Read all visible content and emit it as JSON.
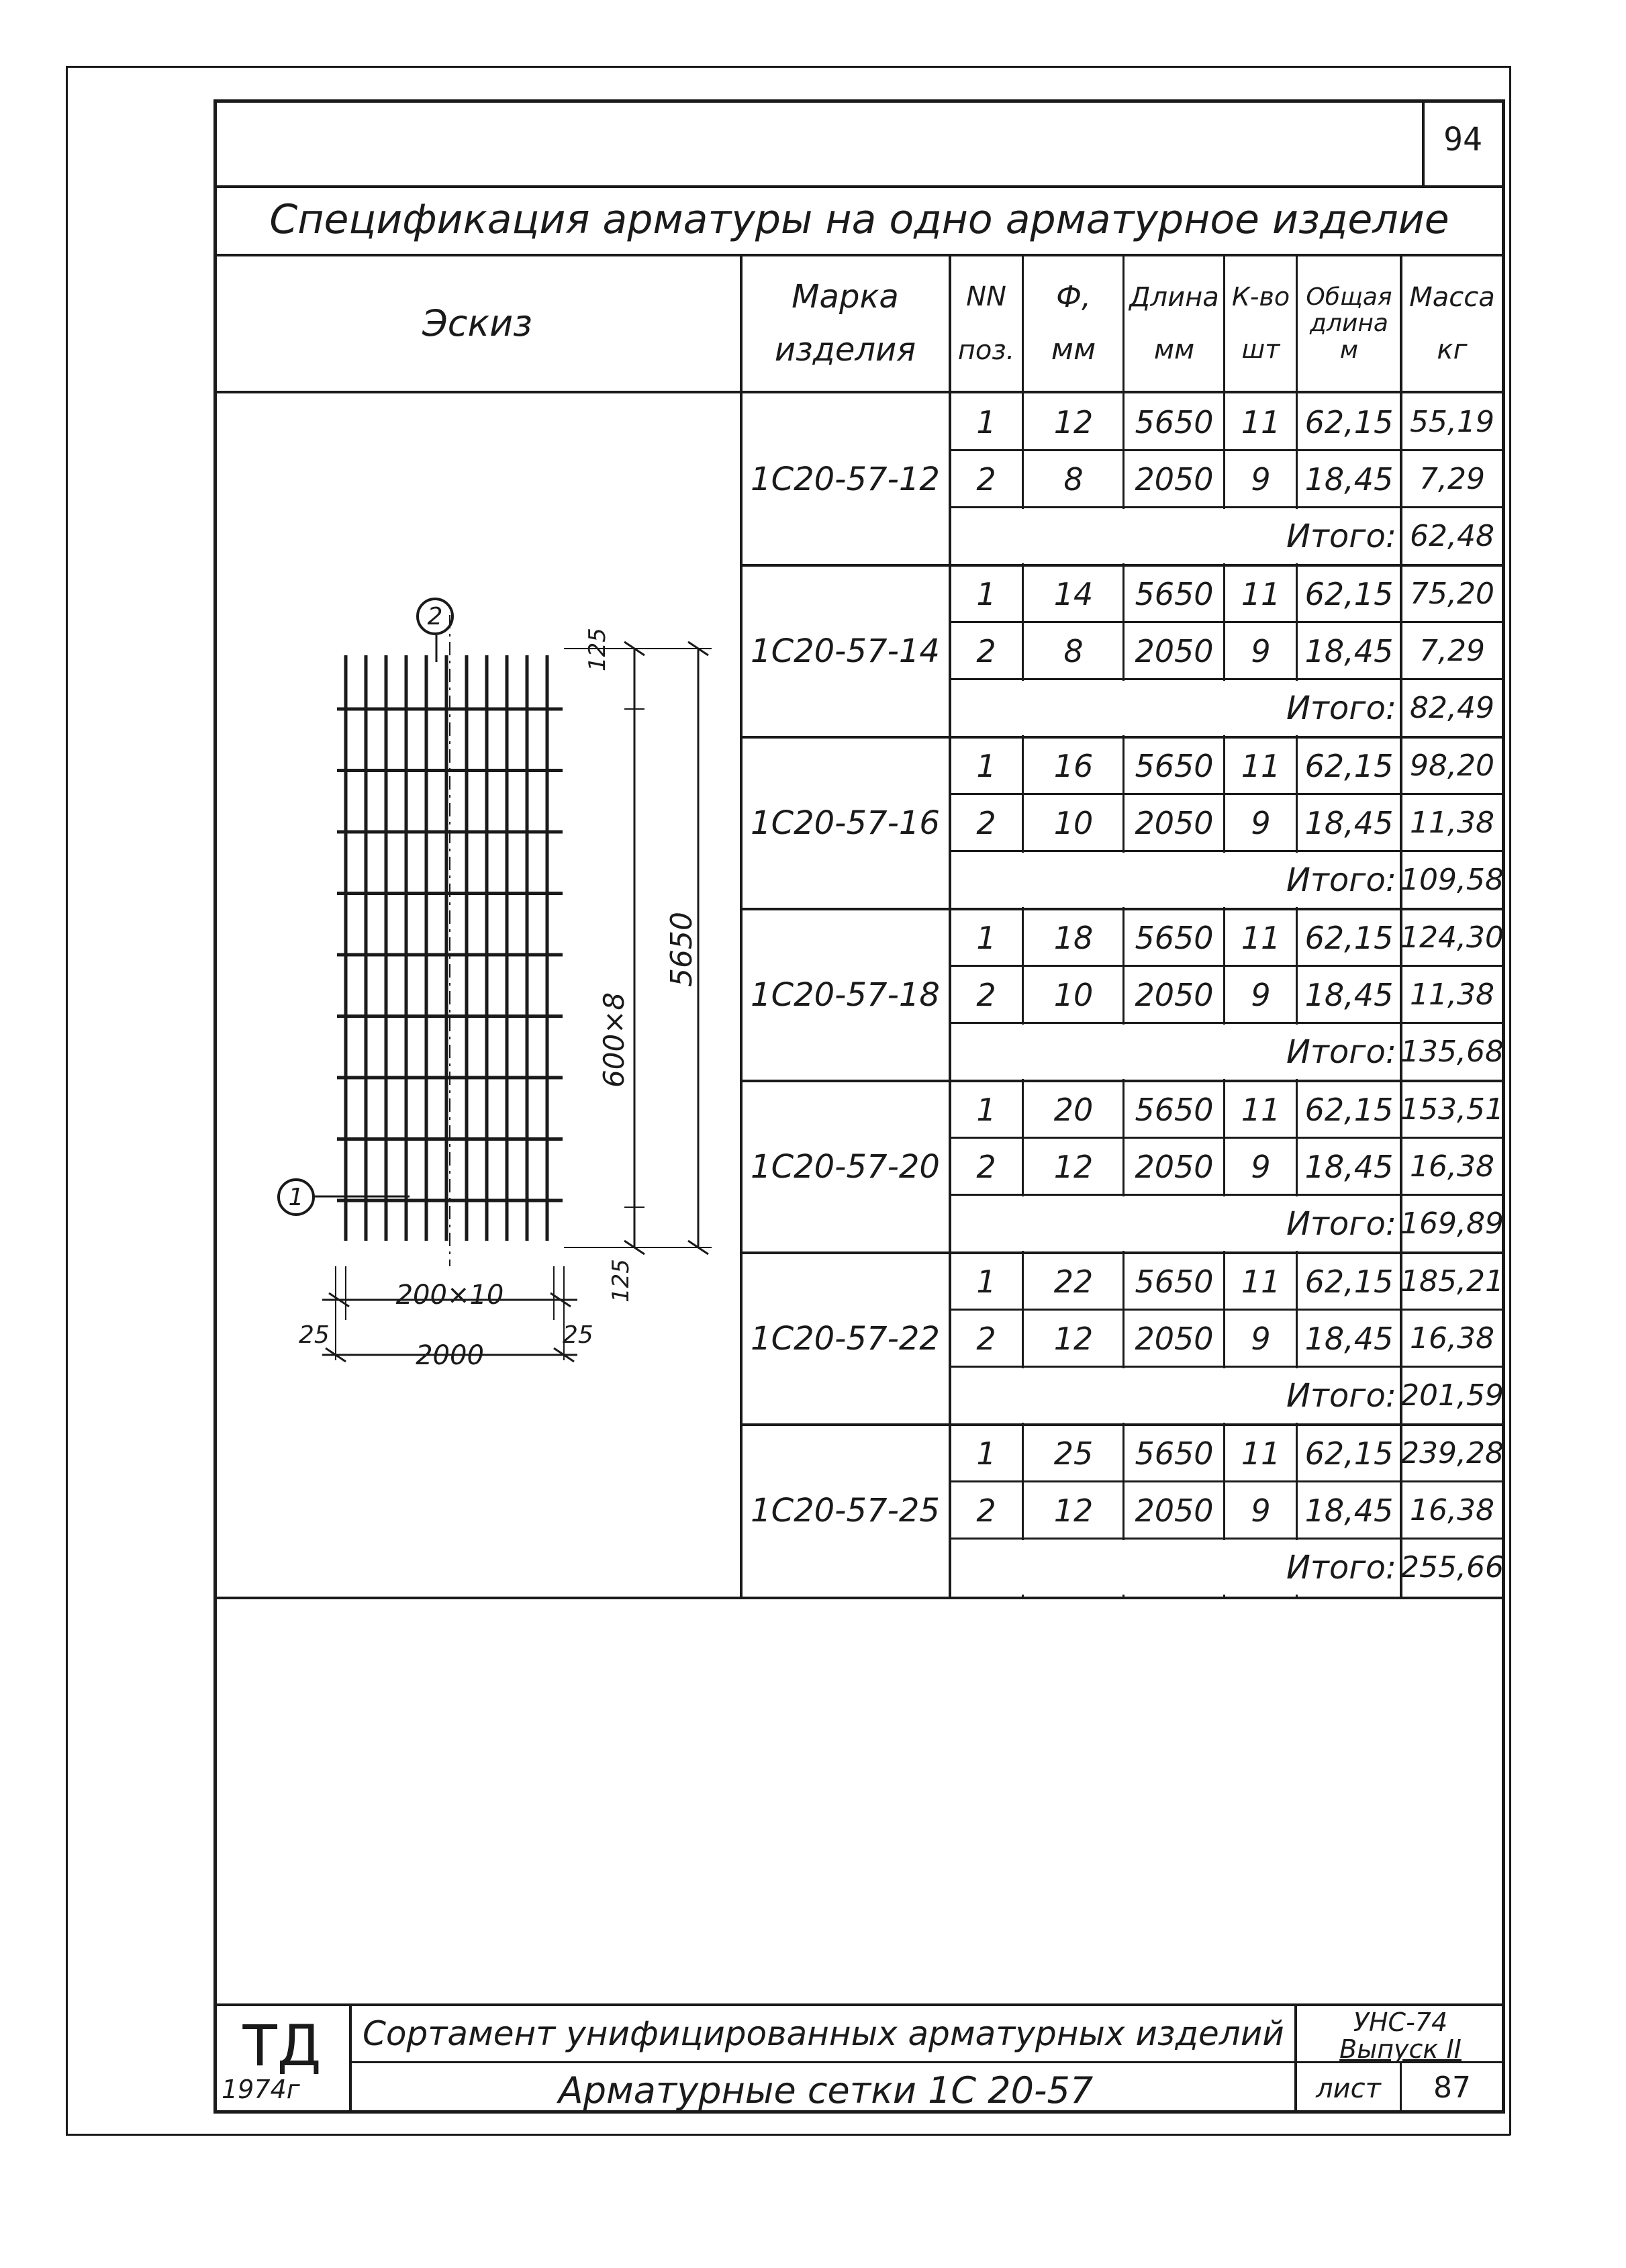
{
  "sheet_number": "94",
  "title": "Спецификация арматуры на одно арматурное изделие",
  "headers": {
    "sketch": "Эскиз",
    "mark": [
      "Марка",
      "изделия"
    ],
    "pos": [
      "NN",
      "поз."
    ],
    "diam": [
      "Ф,",
      "мм"
    ],
    "length": [
      "Длина",
      "мм"
    ],
    "qty": [
      "К-во",
      "шт"
    ],
    "total_length": [
      "Общая",
      "длина",
      "м"
    ],
    "mass": [
      "Масса",
      "кг"
    ]
  },
  "total_label": "Итого:",
  "products": [
    {
      "mark": "1С20-57-12",
      "rows": [
        [
          "1",
          "12",
          "5650",
          "11",
          "62,15",
          "55,19"
        ],
        [
          "2",
          "8",
          "2050",
          "9",
          "18,45",
          "7,29"
        ]
      ],
      "total": "62,48"
    },
    {
      "mark": "1С20-57-14",
      "rows": [
        [
          "1",
          "14",
          "5650",
          "11",
          "62,15",
          "75,20"
        ],
        [
          "2",
          "8",
          "2050",
          "9",
          "18,45",
          "7,29"
        ]
      ],
      "total": "82,49"
    },
    {
      "mark": "1С20-57-16",
      "rows": [
        [
          "1",
          "16",
          "5650",
          "11",
          "62,15",
          "98,20"
        ],
        [
          "2",
          "10",
          "2050",
          "9",
          "18,45",
          "11,38"
        ]
      ],
      "total": "109,58"
    },
    {
      "mark": "1С20-57-18",
      "rows": [
        [
          "1",
          "18",
          "5650",
          "11",
          "62,15",
          "124,30"
        ],
        [
          "2",
          "10",
          "2050",
          "9",
          "18,45",
          "11,38"
        ]
      ],
      "total": "135,68"
    },
    {
      "mark": "1С20-57-20",
      "rows": [
        [
          "1",
          "20",
          "5650",
          "11",
          "62,15",
          "153,51"
        ],
        [
          "2",
          "12",
          "2050",
          "9",
          "18,45",
          "16,38"
        ]
      ],
      "total": "169,89"
    },
    {
      "mark": "1С20-57-22",
      "rows": [
        [
          "1",
          "22",
          "5650",
          "11",
          "62,15",
          "185,21"
        ],
        [
          "2",
          "12",
          "2050",
          "9",
          "18,45",
          "16,38"
        ]
      ],
      "total": "201,59"
    },
    {
      "mark": "1С20-57-25",
      "rows": [
        [
          "1",
          "25",
          "5650",
          "11",
          "62,15",
          "239,28"
        ],
        [
          "2",
          "12",
          "2050",
          "9",
          "18,45",
          "16,38"
        ]
      ],
      "total": "255,66"
    }
  ],
  "sketch_labels": {
    "pos1": "1",
    "pos2": "2",
    "dim_top": "125",
    "dim_bottom": "125",
    "dim_spacing": "600×8",
    "dim_length": "5650",
    "dim_width_spacing": "200×10",
    "dim_width": "2000",
    "dim_edge_left": "25",
    "dim_edge_right": "25"
  },
  "title_block": {
    "logo": "ТД",
    "year": "1974г",
    "series_title": "Сортамент унифицированных арматурных изделий",
    "series_code": "УНС-74",
    "issue": "Выпуск II",
    "sheet_title": "Арматурные сетки 1С 20-57",
    "sheet_label": "лист",
    "sheet_value": "87"
  }
}
